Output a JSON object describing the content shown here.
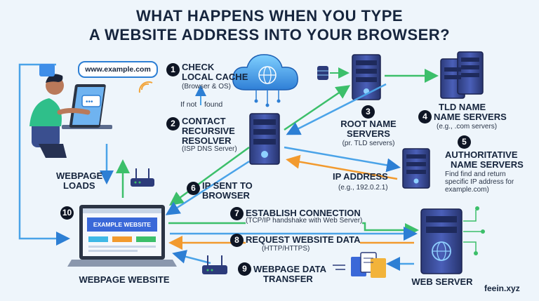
{
  "title": {
    "line1": "WHAT HAPPENS WHEN YOU TYPE",
    "line2": "A WEBSITE ADDRESS INTO YOUR BROWSER?"
  },
  "url_bubble": "www.example.com",
  "steps": [
    {
      "num": "1",
      "title_lines": [
        "CHECK",
        "LOCAL CACHE"
      ],
      "sub": "(Browser & OS)"
    },
    {
      "num": "2",
      "title_lines": [
        "CONTACT",
        "RECURSIVE",
        "RESOLVER"
      ],
      "sub": "(ISP DNS Server)"
    },
    {
      "num": "3",
      "title_lines": [
        "ROOT NAME",
        "SERVERS"
      ],
      "sub": "(pr. TLD servers)"
    },
    {
      "num": "4",
      "title_lines": [
        "TLD NAME",
        "NAME SERVERS"
      ],
      "sub": "(e.g., .com servers)"
    },
    {
      "num": "5",
      "title_lines": [
        "AUTHORITATIVE",
        "NAME SERVERS"
      ],
      "sub_lines": [
        "Find find and return",
        "specific IP address for",
        "example.com)"
      ]
    },
    {
      "num": "6",
      "title_lines": [
        "IP SENT TO",
        "BROWSER"
      ]
    },
    {
      "num": "7",
      "title": "ESTABLISH CONNECTION",
      "sub": "(TCP/IP handshake with Web Server)"
    },
    {
      "num": "8",
      "title": "REQUEST WEBSITE DATA",
      "sub": "(HTTP/HTTPS)"
    },
    {
      "num": "9",
      "title_lines": [
        "WEBPAGE DATA",
        "TRANSFER"
      ]
    },
    {
      "num": "10"
    }
  ],
  "if_not_found": {
    "left": "If not",
    "right": "found"
  },
  "ip_address": {
    "label": "IP ADDRESS",
    "example": "(e.g., 192.0.2.1)"
  },
  "webpage_loads": [
    "WEBPAGE",
    "LOADS"
  ],
  "example_website": "EXAMPLE WEBSITE",
  "webpage_website": "WEBPAGE WEBSITE",
  "web_server": "WEB SERVER",
  "watermark": "feein.xyz"
}
